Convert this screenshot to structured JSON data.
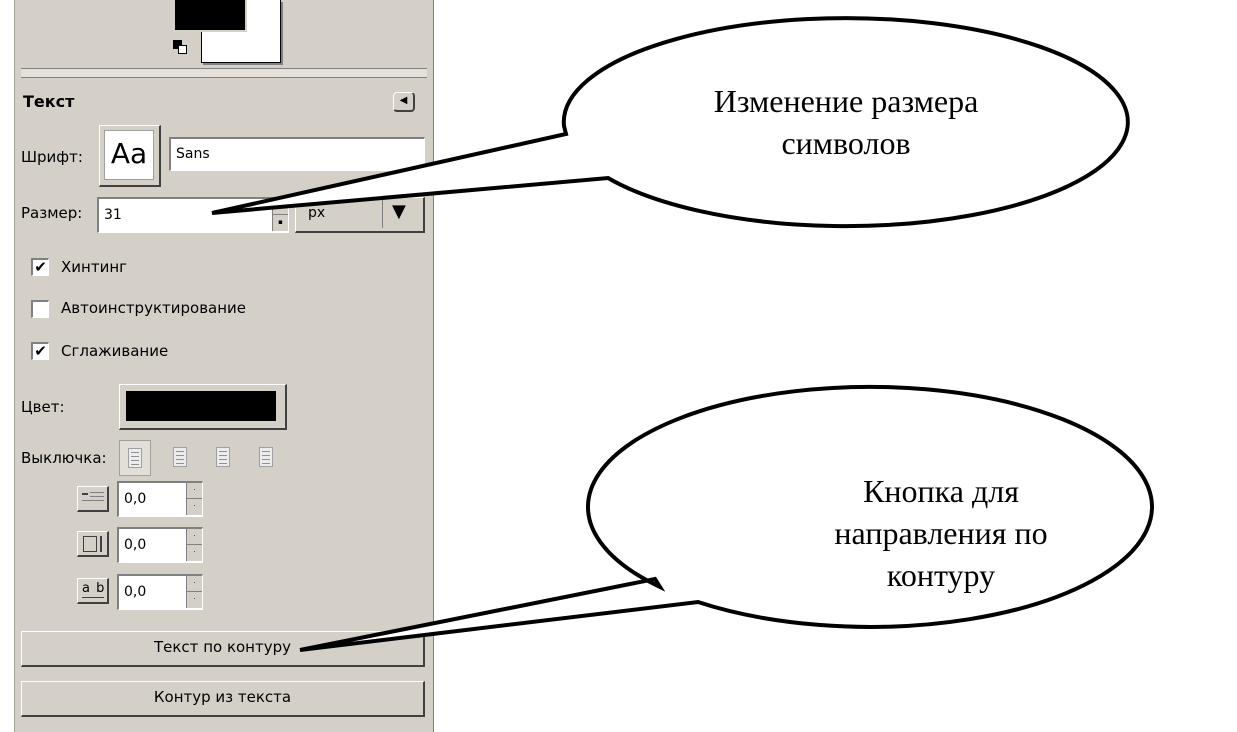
{
  "panel": {
    "section_title": "Текст",
    "font": {
      "label": "Шрифт:",
      "preview": "Aa",
      "value": "Sans"
    },
    "size": {
      "label": "Размер:",
      "value": "31",
      "unit": "px"
    },
    "checkboxes": [
      {
        "label": "Хинтинг",
        "checked": true
      },
      {
        "label": "Автоинструктирование",
        "checked": false
      },
      {
        "label": "Сглаживание",
        "checked": true
      }
    ],
    "color": {
      "label": "Цвет:",
      "value": "#000000"
    },
    "justify": {
      "label": "Выключка:"
    },
    "spin_values": [
      "0,0",
      "0,0",
      "0,0"
    ],
    "spin_icon_text": "a b",
    "buttons": {
      "text_along_path": "Текст по контуру",
      "path_from_text": "Контур из текста"
    }
  },
  "callouts": {
    "size_note": "Изменение размера символов",
    "path_button_note": "Кнопка для направления по контуру"
  }
}
